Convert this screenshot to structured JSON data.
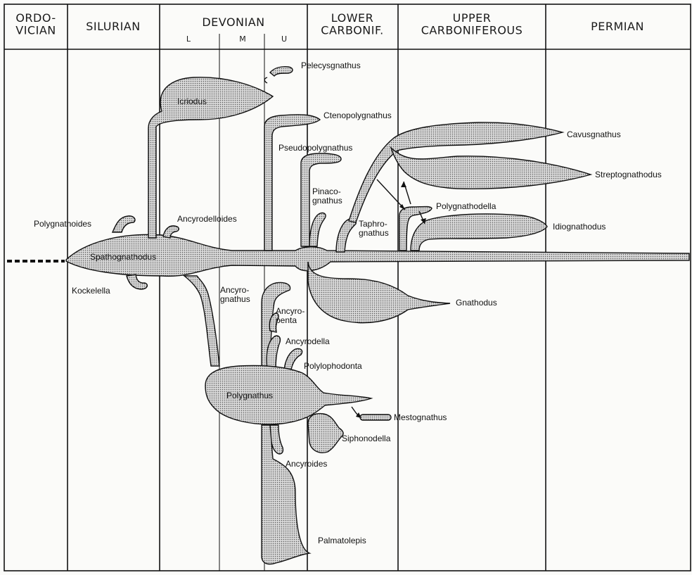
{
  "periods": {
    "ordovician": "ORDO-\nVICIAN",
    "silurian": "SILURIAN",
    "devonian": "DEVONIAN",
    "lower_carbonif": "LOWER\nCARBONIF.",
    "upper_carboniferous": "UPPER\nCARBONIFEROUS",
    "permian": "PERMIAN"
  },
  "devonian_subdivisions": [
    "L",
    "M",
    "U"
  ],
  "taxa": {
    "pelecysgnathus": "Pelecysgnathus",
    "icriodus": "Icriodus",
    "ctenopolygnathus": "Ctenopolygnathus",
    "cavusgnathus": "Cavusgnathus",
    "pseudopolygnathus": "Pseudopolygnathus",
    "streptognathodus": "Streptognathodus",
    "pinacognathus": "Pinaco-\ngnathus",
    "polygnathodella": "Polygnathodella",
    "polygnathoides": "Polygnathoides",
    "ancyrodelloides": "Ancyrodelloides",
    "taphrognathus": "Taphro-\ngnathus",
    "idiognathodus": "Idiognathodus",
    "spathognathodus": "Spathognathodus",
    "kockelella": "Kockelella",
    "ancyrognathus": "Ancyro-\ngnathus",
    "gnathodus": "Gnathodus",
    "ancyropenta": "Ancyro-\npenta",
    "ancyrodella": "Ancyrodella",
    "polylophodonta": "Polylophodonta",
    "polygnathus": "Polygnathus",
    "mestognathus": "Mestognathus",
    "siphonodella": "Siphonodella",
    "ancyroides": "Ancyroides",
    "palmatolepis": "Palmatolepis"
  }
}
